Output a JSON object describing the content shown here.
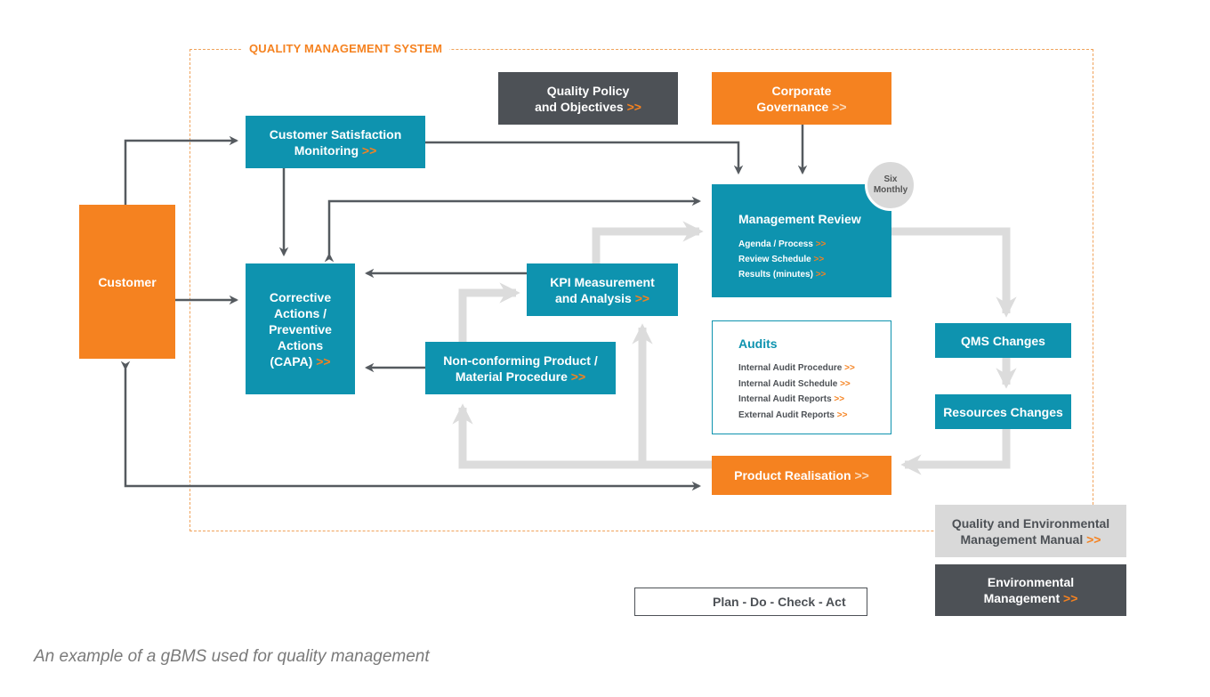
{
  "frame_title": "QUALITY MANAGEMENT SYSTEM",
  "chevron": ">>",
  "boxes": {
    "customer": "Customer",
    "csm_l1": "Customer Satisfaction",
    "csm_l2": "Monitoring",
    "capa_l1": "Corrective",
    "capa_l2": "Actions /",
    "capa_l3": "Preventive",
    "capa_l4": "Actions",
    "capa_l5": "(CAPA)",
    "kpi_l1": "KPI Measurement",
    "kpi_l2": "and Analysis",
    "ncp_l1": "Non-conforming Product /",
    "ncp_l2": "Material Procedure",
    "qpo_l1": "Quality Policy",
    "qpo_l2": "and Objectives",
    "cg_l1": "Corporate",
    "cg_l2": "Governance",
    "qms_changes": "QMS Changes",
    "resources_changes": "Resources Changes",
    "product_realisation": "Product Realisation",
    "qem_l1": "Quality and Environmental",
    "qem_l2": "Management Manual",
    "env_l1": "Environmental",
    "env_l2": "Management"
  },
  "management_review": {
    "title": "Management Review",
    "items": [
      "Agenda / Process",
      "Review Schedule",
      "Results (minutes)"
    ],
    "badge_l1": "Six",
    "badge_l2": "Monthly"
  },
  "audits": {
    "title": "Audits",
    "items": [
      "Internal Audit Procedure",
      "Internal Audit Schedule",
      "Internal Audit Reports",
      "External Audit Reports"
    ]
  },
  "legend": "Plan - Do - Check - Act",
  "caption": "An example of a gBMS used for quality management",
  "colors": {
    "teal": "#0e93af",
    "orange": "#f58220",
    "dark": "#4d5156",
    "light": "#d9d9d9",
    "arrow": "#555a5f",
    "pdca_arrow": "#dcdcdc"
  }
}
